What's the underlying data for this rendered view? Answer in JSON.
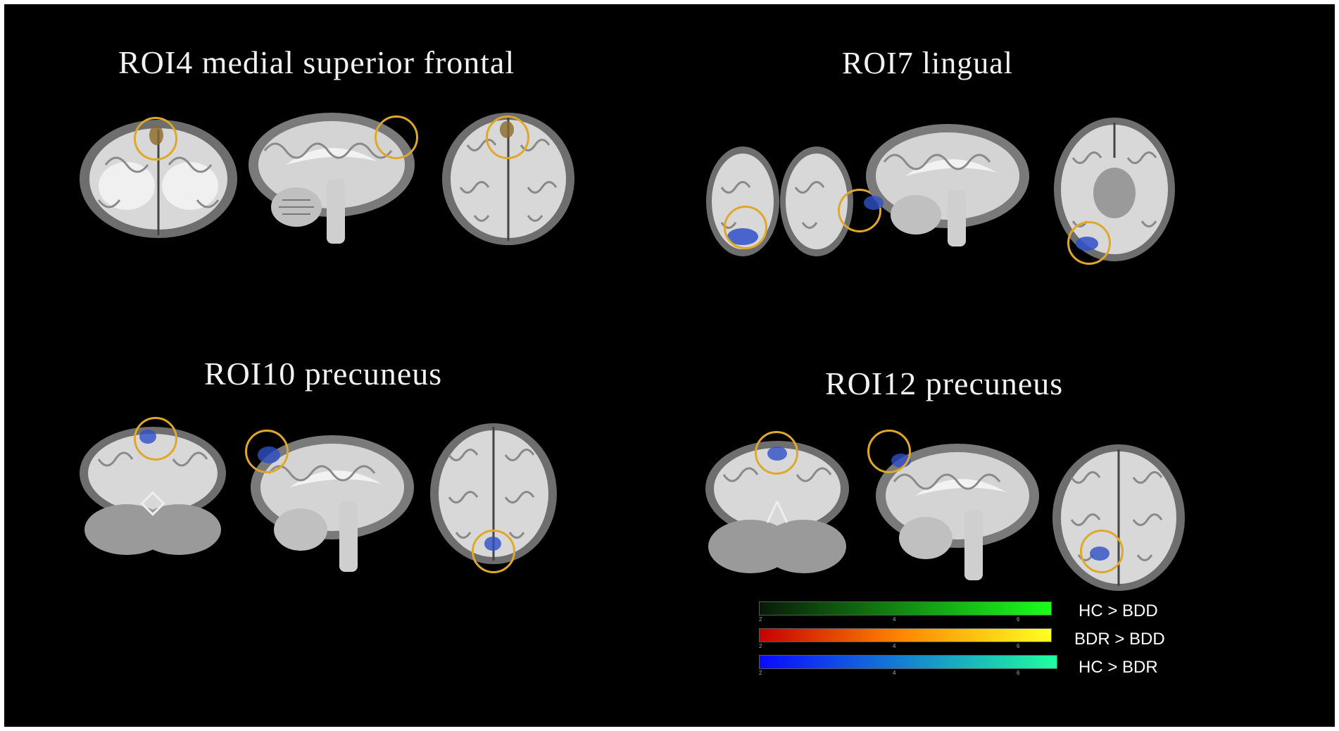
{
  "panels": [
    {
      "id": "roi4",
      "title": "ROI4 medial superior frontal"
    },
    {
      "id": "roi7",
      "title": "ROI7 lingual"
    },
    {
      "id": "roi10",
      "title": "ROI10 precuneus"
    },
    {
      "id": "roi12",
      "title": "ROI12 precuneus"
    }
  ],
  "legend": [
    {
      "label": "HC > BDD",
      "ticks": [
        "2",
        "4",
        "6"
      ],
      "colors": [
        "#0a1a0a",
        "#1aff1a"
      ]
    },
    {
      "label": "BDR > BDD",
      "ticks": [
        "2",
        "4",
        "6"
      ],
      "colors": [
        "#c80000",
        "#ffff20"
      ]
    },
    {
      "label": "HC > BDR",
      "ticks": [
        "2",
        "4",
        "6"
      ],
      "colors": [
        "#0a0aff",
        "#20ffa0"
      ]
    }
  ],
  "colors": {
    "background": "#000000",
    "circle": "#e0a82a",
    "frame": "#ffffff"
  }
}
